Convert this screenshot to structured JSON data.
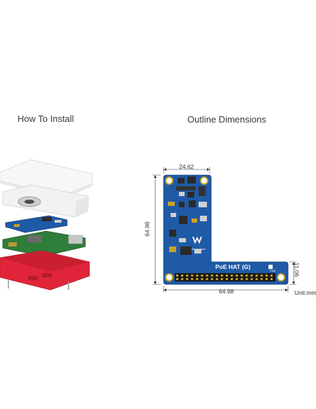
{
  "headings": {
    "install": "How To Install",
    "outline": "Outline Dimensions"
  },
  "dimensions": {
    "top_width": "24.62",
    "left_height": "64.98",
    "bottom_width": "64.98",
    "right_height": "11.06",
    "unit": "Unit:mm"
  },
  "board": {
    "title": "PoE HAT (G)",
    "logo_text": "Waveshare",
    "pwr_label": "PWR"
  },
  "colors": {
    "board_blue": "#1f5aa6",
    "case_red": "#e0253a",
    "case_white": "#f3f3f3",
    "dimension_line": "#333333"
  }
}
